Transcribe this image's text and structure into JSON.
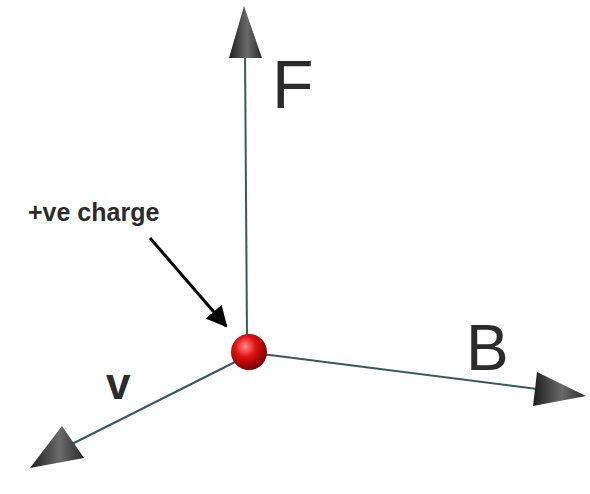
{
  "diagram": {
    "labels": [
      "F",
      "+ve charge",
      "B",
      "v"
    ]
  }
}
